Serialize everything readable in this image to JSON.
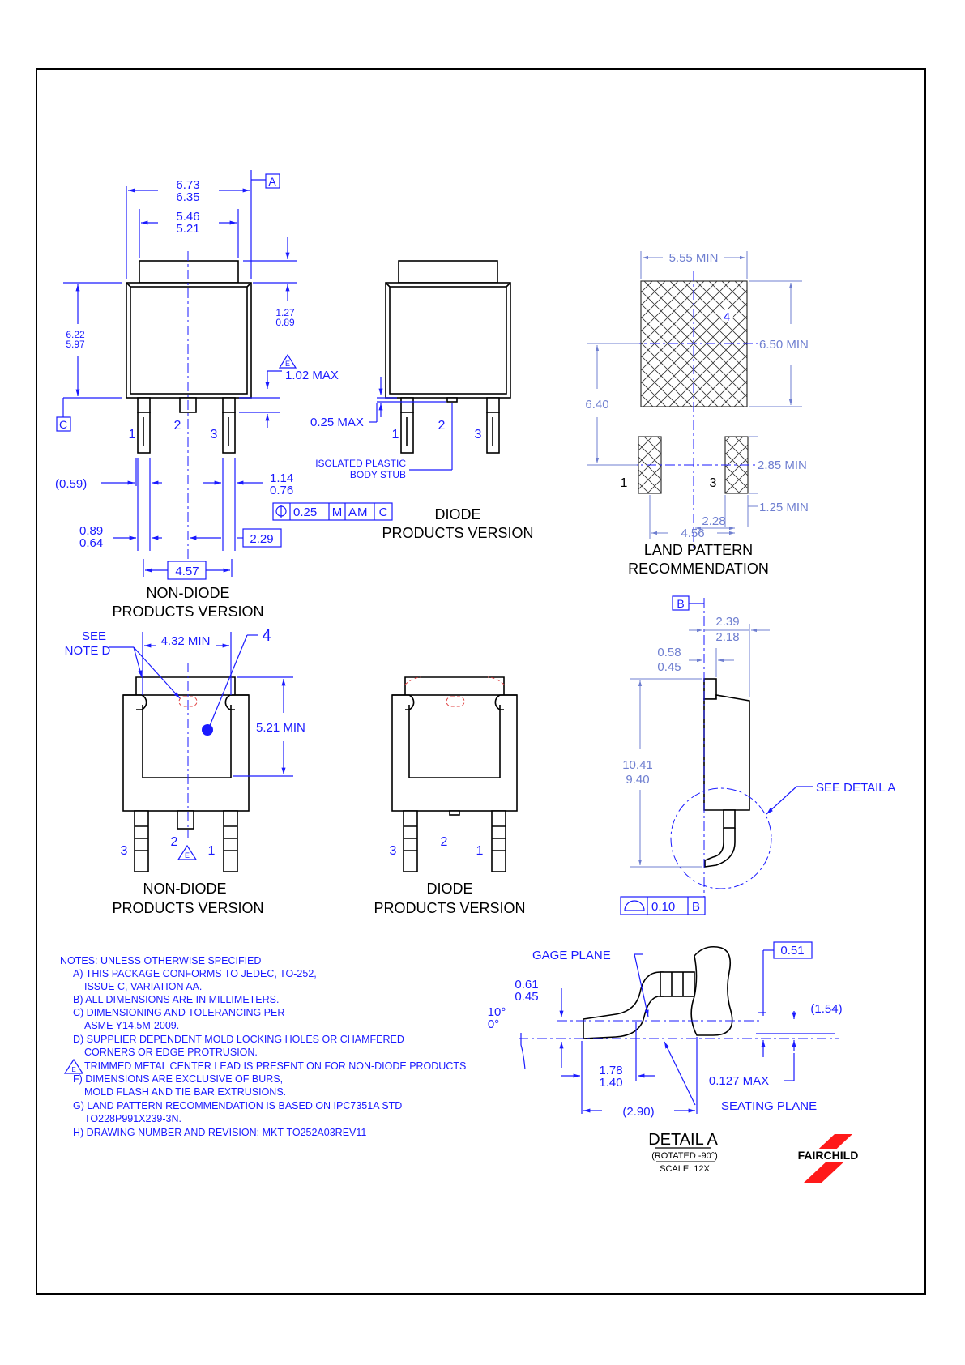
{
  "views": {
    "top_left": {
      "dim_a1": "6.73",
      "dim_a2": "6.35",
      "dim_b1": "5.46",
      "dim_b2": "5.21",
      "datum_a": "A",
      "dim_h1": "6.22",
      "dim_h2": "5.97",
      "dim_r1": "1.27",
      "dim_r2": "0.89",
      "note_e": "E",
      "dim_max": "1.02 MAX",
      "datum_c": "C",
      "pin1": "1",
      "pin2": "2",
      "pin3": "3",
      "dim_paren": "(0.59)",
      "dim_l1": "1.14",
      "dim_l2": "0.76",
      "fcf_value": "0.25",
      "fcf_m": "M",
      "fcf_a": "A",
      "fcf_am": "M",
      "fcf_c": "C",
      "dim_w1": "0.89",
      "dim_w2": "0.64",
      "dim_pitch": "2.29",
      "dim_span": "4.57",
      "caption1": "NON-DIODE",
      "caption2": "PRODUCTS VERSION"
    },
    "top_mid": {
      "dim_max": "0.25 MAX",
      "pin1": "1",
      "pin2": "2",
      "pin3": "3",
      "stub1": "ISOLATED PLASTIC",
      "stub2": "BODY STUB",
      "caption1": "DIODE",
      "caption2": "PRODUCTS VERSION"
    },
    "land": {
      "dim_w": "5.55 MIN",
      "dim_h": "6.50 MIN",
      "note4": "4",
      "dim_total": "6.40",
      "pin1": "1",
      "pin3": "3",
      "dim_pad_h": "2.85 MIN",
      "dim_pad_w": "1.25 MIN",
      "dim_p1": "2.28",
      "dim_p2": "4.56",
      "caption1": "LAND PATTERN",
      "caption2": "RECOMMENDATION"
    },
    "bottom_left": {
      "see1": "SEE",
      "see2": "NOTE D",
      "dim_w": "4.32 MIN",
      "note4": "4",
      "dim_h": "5.21 MIN",
      "pin3": "3",
      "pin2": "2",
      "pin1": "1",
      "note_e": "E",
      "caption1": "NON-DIODE",
      "caption2": "PRODUCTS VERSION"
    },
    "bottom_mid": {
      "pin3": "3",
      "pin2": "2",
      "pin1": "1",
      "caption1": "DIODE",
      "caption2": "PRODUCTS VERSION"
    },
    "side": {
      "datum_b": "B",
      "dim_t1": "2.39",
      "dim_t2": "2.18",
      "dim_s1": "0.58",
      "dim_s2": "0.45",
      "dim_l1": "10.41",
      "dim_l2": "9.40",
      "see_detail": "SEE DETAIL A",
      "flat_value": "0.10",
      "flat_datum": "B"
    },
    "detail": {
      "gage": "GAGE PLANE",
      "dim_box": "0.51",
      "dim_g1": "0.61",
      "dim_g2": "0.45",
      "dim_p": "(1.54)",
      "ang1": "10°",
      "ang2": "0°",
      "dim_f1": "1.78",
      "dim_f2": "1.40",
      "dim_max": "0.127 MAX",
      "dim_paren": "(2.90)",
      "seating": "SEATING PLANE",
      "title": "DETAIL A",
      "rot": "(ROTATED -90°)",
      "scale": "SCALE: 12X"
    }
  },
  "notes": [
    "NOTES: UNLESS OTHERWISE SPECIFIED",
    "A)  THIS PACKAGE CONFORMS TO JEDEC, TO-252,",
    "ISSUE C, VARIATION AA.",
    "B)  ALL DIMENSIONS ARE IN MILLIMETERS.",
    "C)  DIMENSIONING AND TOLERANCING PER",
    "ASME Y14.5M-2009.",
    "D)  SUPPLIER DEPENDENT MOLD LOCKING HOLES OR CHAMFERED",
    "CORNERS OR EDGE PROTRUSION.",
    "TRIMMED METAL CENTER LEAD IS PRESENT ON FOR NON-DIODE PRODUCTS",
    "F)  DIMENSIONS ARE EXCLUSIVE OF BURS,",
    "MOLD FLASH AND TIE BAR EXTRUSIONS.",
    "G)  LAND PATTERN RECOMMENDATION IS BASED ON IPC7351A STD",
    "TO228P991X239-3N.",
    "H)  DRAWING NUMBER AND REVISION: MKT-TO252A03REV11"
  ],
  "note_e_flag": "E",
  "logo": {
    "name": "fairchild-logo",
    "text": "FAIRCHILD",
    "color": "#ff1a1a"
  }
}
